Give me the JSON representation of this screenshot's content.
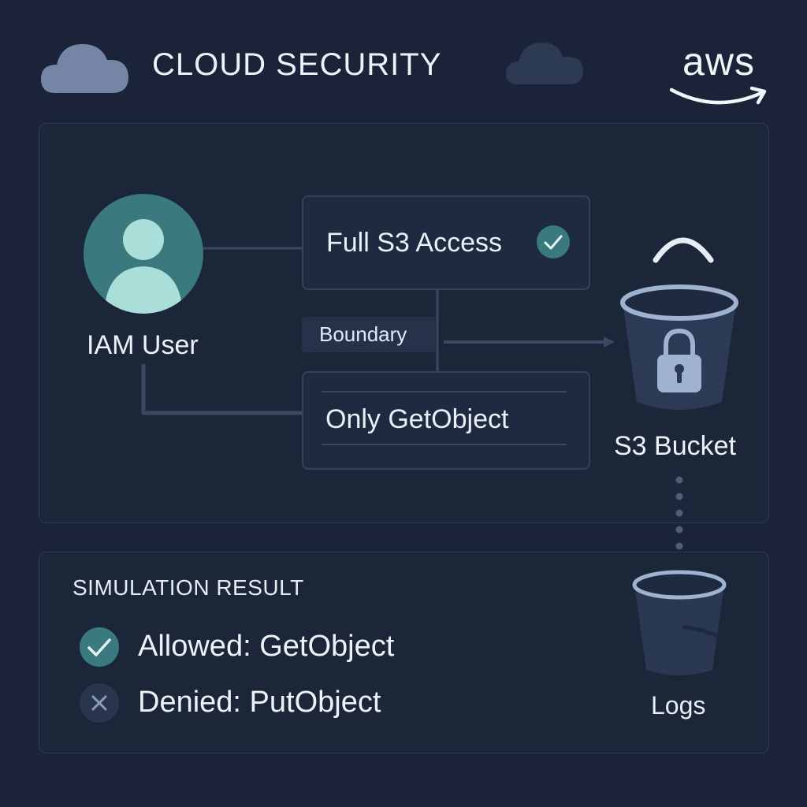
{
  "header": {
    "title": "CLOUD SECURITY",
    "logo_text": "aws"
  },
  "diagram": {
    "user_label": "IAM User",
    "policy_label": "Full S3 Access",
    "boundary_label": "Boundary",
    "boundary_policy_label": "Only GetObject",
    "bucket_label": "S3 Bucket",
    "logs_label": "Logs"
  },
  "simulation": {
    "title": "SIMULATION RESULT",
    "results": [
      {
        "label": "Allowed: GetObject",
        "status": "allowed",
        "icon": "check-icon"
      },
      {
        "label": "Denied: PutObject",
        "status": "denied",
        "icon": "x-icon"
      }
    ]
  },
  "colors": {
    "background": "#1a2337",
    "panel": "#1c2639",
    "accent_teal": "#3a7a7e",
    "avatar_fill": "#a9ddd8",
    "bucket_steel": "#9fb2cf",
    "cloud_light": "#7d8fae",
    "cloud_dark": "#2f3d57"
  }
}
